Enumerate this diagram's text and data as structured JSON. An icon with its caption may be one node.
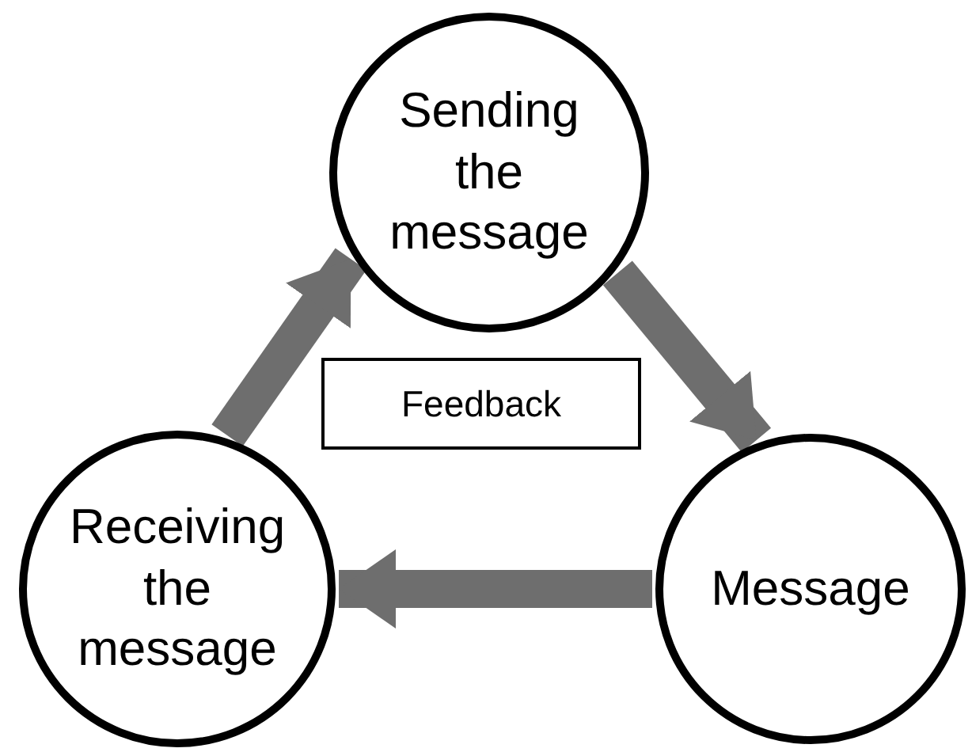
{
  "diagram": {
    "nodes": [
      {
        "text": [
          "Sending the message"
        ]
      },
      {
        "text": [
          "Message"
        ]
      },
      {
        "text": [
          "Receiving the message"
        ]
      },
      {
        "text": [
          "Feedback"
        ]
      }
    ],
    "edges": [
      {
        "from": 0,
        "to": 1,
        "arrow": "to"
      },
      {
        "from": 1,
        "to": 2,
        "arrow": "to"
      },
      {
        "from": 2,
        "to": 0,
        "arrow": "to"
      }
    ]
  }
}
